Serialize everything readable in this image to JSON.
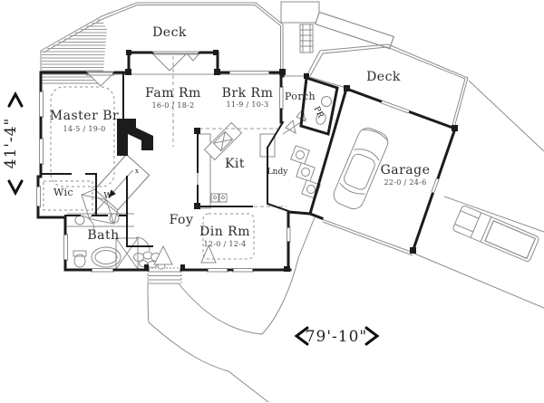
{
  "drawing": {
    "rooms": {
      "deck_top": {
        "label": "Deck"
      },
      "deck_right": {
        "label": "Deck"
      },
      "fam": {
        "label": "Fam Rm",
        "dim": "16-0 / 18-2"
      },
      "brk": {
        "label": "Brk Rm",
        "dim": "11-9 / 10-3"
      },
      "master": {
        "label": "Master Br",
        "dim": "14-5 / 19-0"
      },
      "porch": {
        "label": "Porch"
      },
      "pr": {
        "label": "PR"
      },
      "kit": {
        "label": "Kit"
      },
      "lndy": {
        "label": "Lndy"
      },
      "din": {
        "label": "Din Rm",
        "dim": "12-0 / 12-4"
      },
      "bath": {
        "label": "Bath"
      },
      "foy": {
        "label": "Foy"
      },
      "wic": {
        "label": "Wic"
      },
      "w": {
        "label": "W"
      },
      "garage": {
        "label": "Garage",
        "dim": "22-0 / 24-6"
      }
    },
    "dims": {
      "left": "41'-4\"",
      "bottom": "79'-10\""
    },
    "stair_mark": "x",
    "colors": {
      "ink": "#1c1c1c",
      "line": "#8c8c8c",
      "paper": "#ffffff"
    }
  }
}
